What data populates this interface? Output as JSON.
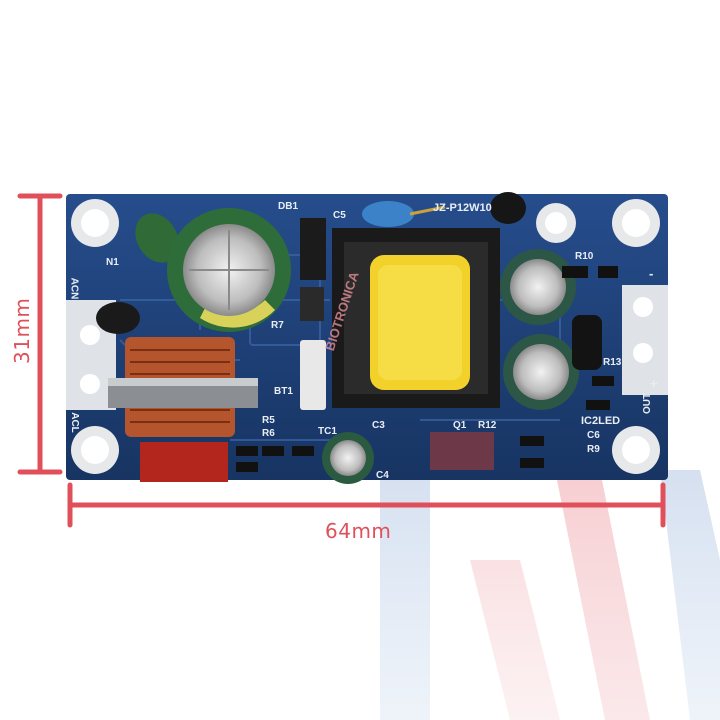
{
  "dimensions": {
    "width_label": "64mm",
    "height_label": "31mm"
  },
  "board": {
    "model": "JZ-P12W10",
    "watermark": "BIOTRONICA",
    "silkscreen": {
      "db1": "DB1",
      "c5": "C5",
      "n1": "N1",
      "r7": "R7",
      "r10": "R10",
      "r13": "R13",
      "bt1": "BT1",
      "r5": "R5",
      "r6": "R6",
      "tc1": "TC1",
      "c3": "C3",
      "c4": "C4",
      "q1": "Q1",
      "r12": "R12",
      "ic2led": "IC2LED",
      "c6": "C6",
      "r9": "R9",
      "acn": "ACN",
      "acl": "ACL",
      "out": "OUT",
      "plus": "+",
      "minus": "-"
    }
  },
  "colors": {
    "dimension_lines": "#e0505a",
    "pcb": "#1d3e78",
    "transformer": "#f2d22a"
  }
}
